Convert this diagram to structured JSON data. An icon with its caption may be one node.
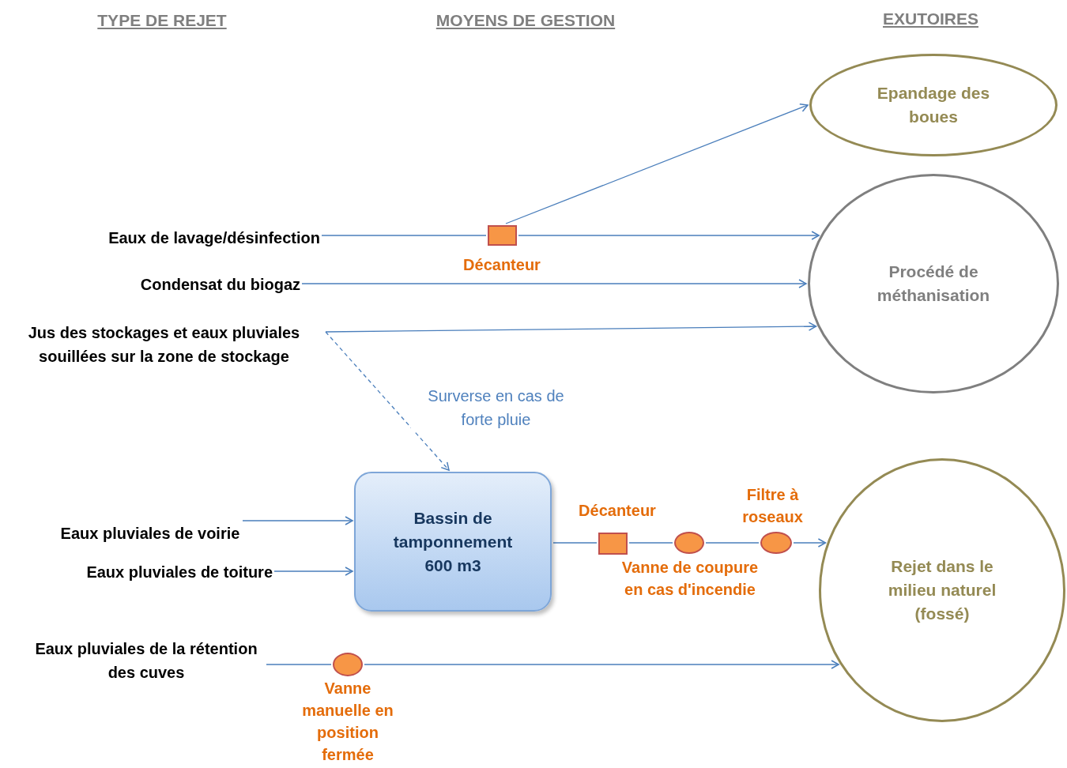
{
  "diagram": {
    "nodes": [
      {
        "text": [
          "Eaux de lavage/désinfection"
        ]
      },
      {
        "text": [
          "Condensat du biogaz"
        ]
      },
      {
        "text": [
          "Jus des stockages et eaux pluviales souillées sur la zone de stockage"
        ]
      },
      {
        "text": [
          "Eaux pluviales de voirie"
        ]
      },
      {
        "text": [
          "Eaux pluviales de toiture"
        ]
      },
      {
        "text": [
          "Eaux pluviales de la rétention des cuves"
        ]
      },
      {
        "text": [],
        "shape": "box",
        "beside": [
          "Décanteur"
        ]
      },
      {
        "text": [
          "Bassin de tamponnement 600 m3"
        ]
      },
      {
        "text": [],
        "shape": "box",
        "beside": [
          "Décanteur"
        ]
      },
      {
        "text": [],
        "shape": "circle",
        "beside": [
          "Vanne de coupure en cas d'incendie"
        ]
      },
      {
        "text": [],
        "shape": "circle",
        "beside": [
          "Filtre à roseaux"
        ]
      },
      {
        "text": [],
        "shape": "circle",
        "beside": [
          "Vanne manuelle en position fermée"
        ]
      },
      {
        "text": [
          "Epandage des boues"
        ]
      },
      {
        "text": [
          "Procédé de méthanisation"
        ]
      },
      {
        "text": [
          "Rejet dans le milieu naturel (fossé)"
        ]
      }
    ],
    "edges": [
      {
        "from": 0,
        "to": 6,
        "arrow": "none"
      },
      {
        "from": 6,
        "to": 13,
        "arrow": "to"
      },
      {
        "from": 6,
        "to": 12,
        "arrow": "to"
      },
      {
        "from": 1,
        "to": 13,
        "arrow": "to"
      },
      {
        "from": 2,
        "to": 13,
        "arrow": "to"
      },
      {
        "from": 2,
        "to": 7,
        "arrow": "to",
        "style": "dashed",
        "label": "Surverse en cas de forte pluie"
      },
      {
        "from": 3,
        "to": 7,
        "arrow": "to"
      },
      {
        "from": 4,
        "to": 7,
        "arrow": "to"
      },
      {
        "from": 7,
        "to": 8,
        "arrow": "none"
      },
      {
        "from": 8,
        "to": 9,
        "arrow": "none"
      },
      {
        "from": 9,
        "to": 10,
        "arrow": "none"
      },
      {
        "from": 10,
        "to": 14,
        "arrow": "to"
      },
      {
        "from": 5,
        "to": 11,
        "arrow": "none"
      },
      {
        "from": 11,
        "to": 14,
        "arrow": "to"
      }
    ],
    "labels": [
      "TYPE DE REJET",
      "MOYENS DE GESTION",
      "EXUTOIRES"
    ]
  }
}
